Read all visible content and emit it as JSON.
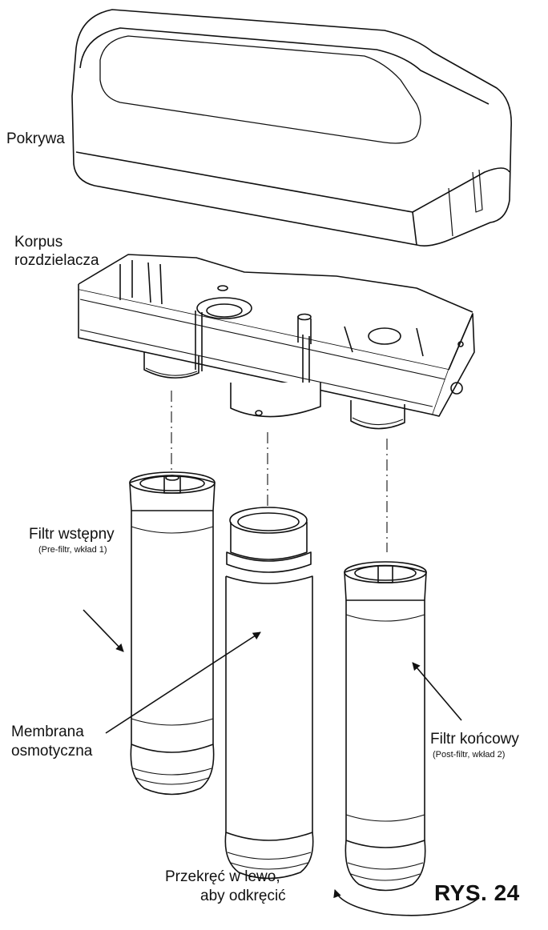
{
  "labels": {
    "cover": "Pokrywa",
    "housing_line1": "Korpus",
    "housing_line2": "rozdzielacza",
    "prefilter_title": "Filtr wstępny",
    "prefilter_sub": "(Pre-filtr, wkład 1)",
    "membrane_line1": "Membrana",
    "membrane_line2": "osmotyczna",
    "postfilter_title": "Filtr końcowy",
    "postfilter_sub": "(Post-filtr, wkład 2)",
    "rotate_line1": "Przekręć w lewo,",
    "rotate_line2": "aby odkręcić"
  },
  "figure_number": "RYS. 24",
  "colors": {
    "line": "#111111",
    "fill": "#ffffff",
    "shade": "#d6d6d6"
  }
}
